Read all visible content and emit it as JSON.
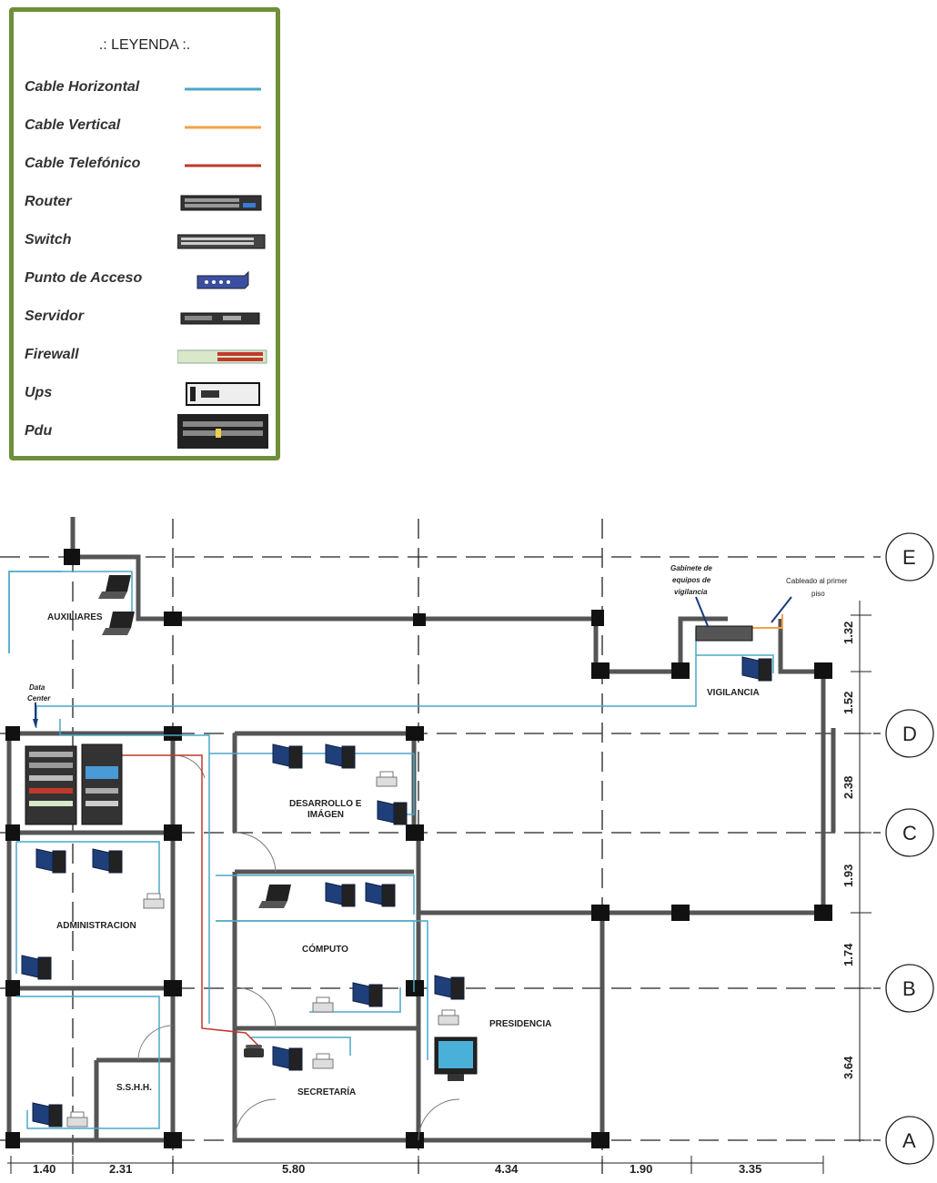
{
  "legend": {
    "title": ".: LEYENDA :.",
    "items": [
      {
        "label": "Cable Horizontal",
        "symbol": "line",
        "color": "#4aa7c8"
      },
      {
        "label": "Cable Vertical",
        "symbol": "line",
        "color": "#f4a24a"
      },
      {
        "label": "Cable Telefónico",
        "symbol": "line",
        "color": "#c0392b"
      },
      {
        "label": "Router",
        "symbol": "router-icon"
      },
      {
        "label": "Switch",
        "symbol": "switch-icon"
      },
      {
        "label": "Punto de Acceso",
        "symbol": "access-point-icon"
      },
      {
        "label": "Servidor",
        "symbol": "server-icon"
      },
      {
        "label": "Firewall",
        "symbol": "firewall-icon"
      },
      {
        "label": "Ups",
        "symbol": "ups-icon"
      },
      {
        "label": "Pdu",
        "symbol": "pdu-icon"
      }
    ]
  },
  "plan": {
    "rooms": {
      "auxiliares": "AUXILIARES",
      "administracion": "ADMINISTRACION",
      "ssh": "S.S.H.H.",
      "desarrollo_1": "DESARROLLO E",
      "desarrollo_2": "IMÁGEN",
      "computo": "CÓMPUTO",
      "secretaria": "SECRETARÍA",
      "presidencia": "PRESIDENCIA",
      "vigilancia": "VIGILANCIA"
    },
    "notes": {
      "data_center_1": "Data",
      "data_center_2": "Center",
      "gabinete_1": "Gabinete de",
      "gabinete_2": "equipos de",
      "gabinete_3": "vigilancia",
      "cableado_1": "Cableado al primer",
      "cableado_2": "piso"
    },
    "axes": [
      "E",
      "D",
      "C",
      "B",
      "A"
    ],
    "dims_horizontal": [
      "1.40",
      "2.31",
      "5.80",
      "4.34",
      "1.90",
      "3.35"
    ],
    "dims_vertical": [
      "1.32",
      "1.52",
      "2.38",
      "1.93",
      "1.74",
      "3.64"
    ]
  },
  "colors": {
    "horizontal": "#4aa7c8",
    "vertical": "#f4a24a",
    "telefonico": "#c0392b",
    "legend_border": "#6f8f3a",
    "wall": "#555555"
  }
}
